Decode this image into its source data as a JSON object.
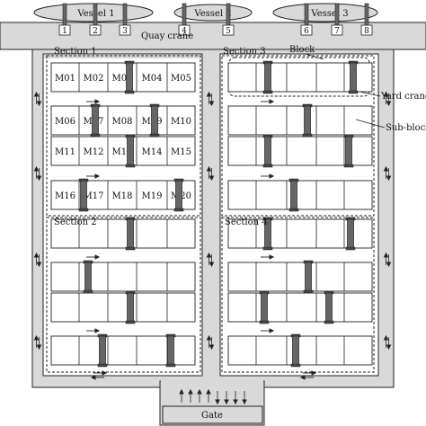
{
  "vessels": [
    {
      "label": "Vessel 1"
    },
    {
      "label": "Vessel 2"
    },
    {
      "label": "Vessel 3"
    }
  ],
  "quay_crane_label": "Quay crane",
  "quay_crane_ids": [
    "1",
    "2",
    "3",
    "4",
    "5",
    "6",
    "7",
    "8"
  ],
  "sections": {
    "s1": "Section 1",
    "s2": "Section 2",
    "s3": "Section 3",
    "s4": "Section 4"
  },
  "callouts": {
    "block": "Block",
    "yard_crane": "Yard crane",
    "sub_block": "Sub-block"
  },
  "gate_label": "Gate",
  "block_labels": [
    [
      "M01",
      "M02",
      "M03",
      "M04",
      "M05"
    ],
    [
      "M06",
      "M07",
      "M08",
      "M09",
      "M10"
    ],
    [
      "M11",
      "M12",
      "M13",
      "M14",
      "M15"
    ],
    [
      "M16",
      "M17",
      "M18",
      "M19",
      "M20"
    ]
  ],
  "colors": {
    "road": "#d9d9d9",
    "vessel": "#d9d9d9",
    "crane": "#555555",
    "outline": "#222222"
  }
}
